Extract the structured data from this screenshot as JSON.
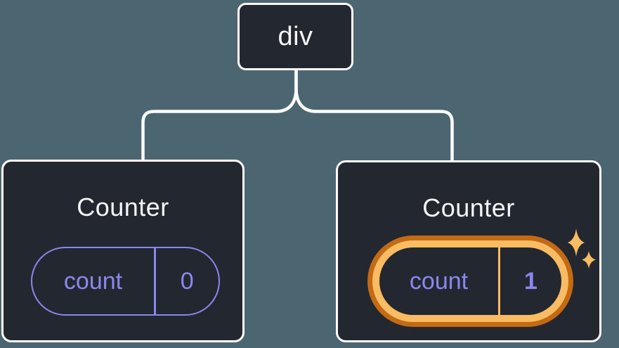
{
  "diagram": {
    "root": {
      "label": "div"
    },
    "counters": [
      {
        "title": "Counter",
        "state_key": "count",
        "state_value": "0",
        "highlighted": false
      },
      {
        "title": "Counter",
        "state_key": "count",
        "state_value": "1",
        "highlighted": true
      }
    ]
  },
  "icons": {
    "sparkles": "✦"
  },
  "colors": {
    "background": "#4b6670",
    "node_fill": "#23272f",
    "node_border": "#ffffff",
    "connector": "#ffffff",
    "state_purple": "#8a88f0",
    "highlight_gold": "#fabc62",
    "highlight_orange": "#c46a15"
  }
}
